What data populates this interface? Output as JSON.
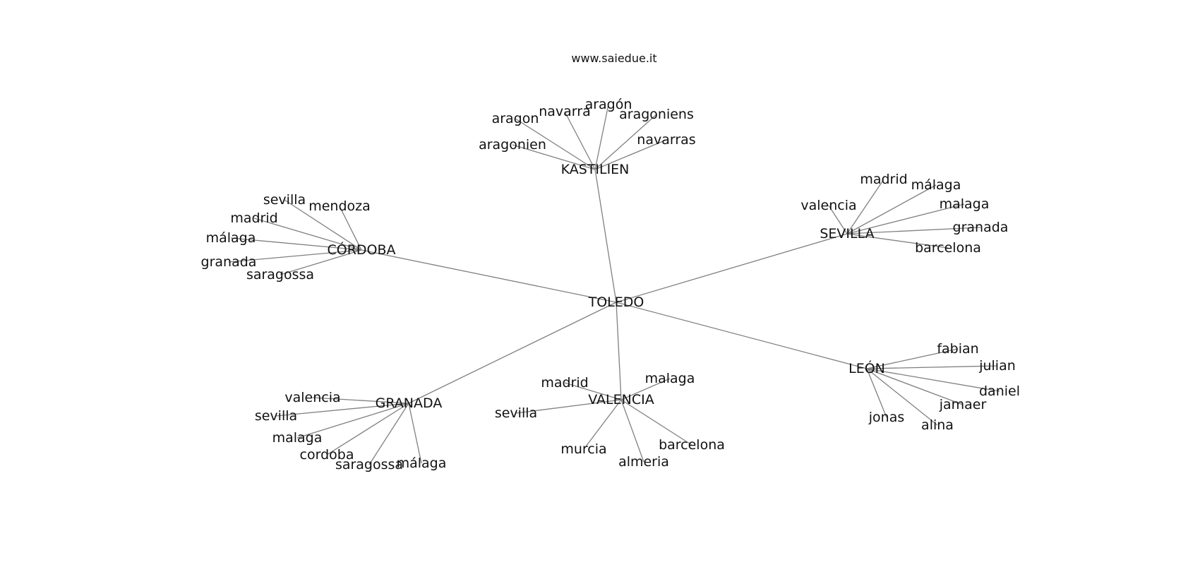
{
  "title": "www.saiedue.it",
  "colors": {
    "edge": "#808080",
    "text": "#111111",
    "background": "#ffffff"
  },
  "root": "TOLEDO",
  "hubs": [
    {
      "id": "kastilien",
      "label": "KASTILIEN",
      "leaves": [
        "aragon",
        "navarra",
        "aragón",
        "aragoniens",
        "navarras",
        "aragonien"
      ]
    },
    {
      "id": "cordoba",
      "label": "CÓRDOBA",
      "leaves": [
        "sevilla",
        "mendoza",
        "madrid",
        "málaga",
        "granada",
        "saragossa"
      ]
    },
    {
      "id": "sevilla",
      "label": "SEVILLA",
      "leaves": [
        "madrid",
        "málaga",
        "valencia",
        "malaga",
        "granada",
        "barcelona"
      ]
    },
    {
      "id": "leon",
      "label": "LEÓN",
      "leaves": [
        "fabian",
        "julian",
        "daniel",
        "jamaer",
        "jonas",
        "alina"
      ]
    },
    {
      "id": "valencia",
      "label": "VALENCIA",
      "leaves": [
        "madrid",
        "malaga",
        "sevilla",
        "murcia",
        "barcelona",
        "almeria"
      ]
    },
    {
      "id": "granada",
      "label": "GRANADA",
      "leaves": [
        "valencia",
        "sevilla",
        "malaga",
        "cordoba",
        "saragossa",
        "málaga"
      ]
    }
  ]
}
